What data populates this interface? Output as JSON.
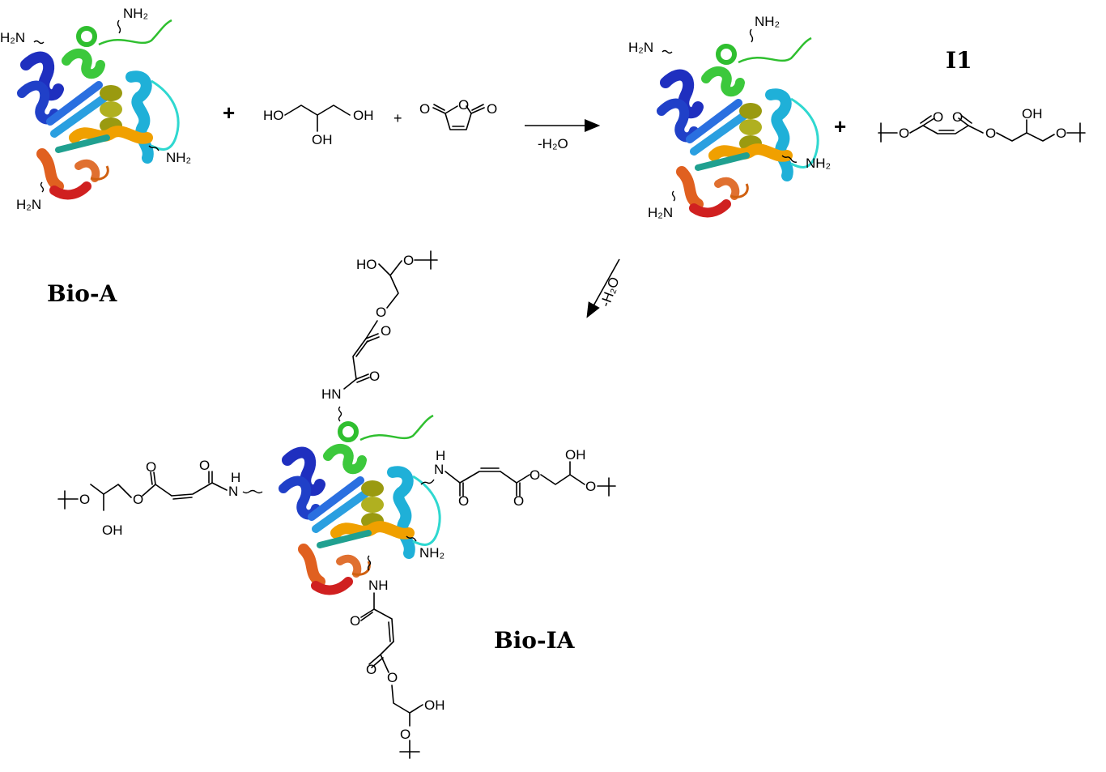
{
  "compounds": {
    "bio_a": "Bio-A",
    "i1": "I1",
    "bio_ia": "Bio-IA"
  },
  "reagents": {
    "plus": "+",
    "glycerol_oh_left": "HO",
    "glycerol_oh_right": "OH",
    "glycerol_oh_mid": "OH",
    "anhydride_o": "O"
  },
  "arrows": {
    "step1_condition": "-H₂O",
    "step2_condition": "-H₂O"
  },
  "groups": {
    "nh2": "NH₂",
    "h2n": "H₂N",
    "hn": "HN",
    "nh": "NH",
    "h": "H",
    "n": "N",
    "o": "O",
    "oh": "OH",
    "ho": "HO"
  },
  "colors": {
    "protein_rainbow": [
      "#1f2fbf",
      "#2a6fe0",
      "#1fb0d8",
      "#2fd8d0",
      "#3cc83c",
      "#c8c820",
      "#f0a000",
      "#e06020",
      "#d02020"
    ]
  }
}
